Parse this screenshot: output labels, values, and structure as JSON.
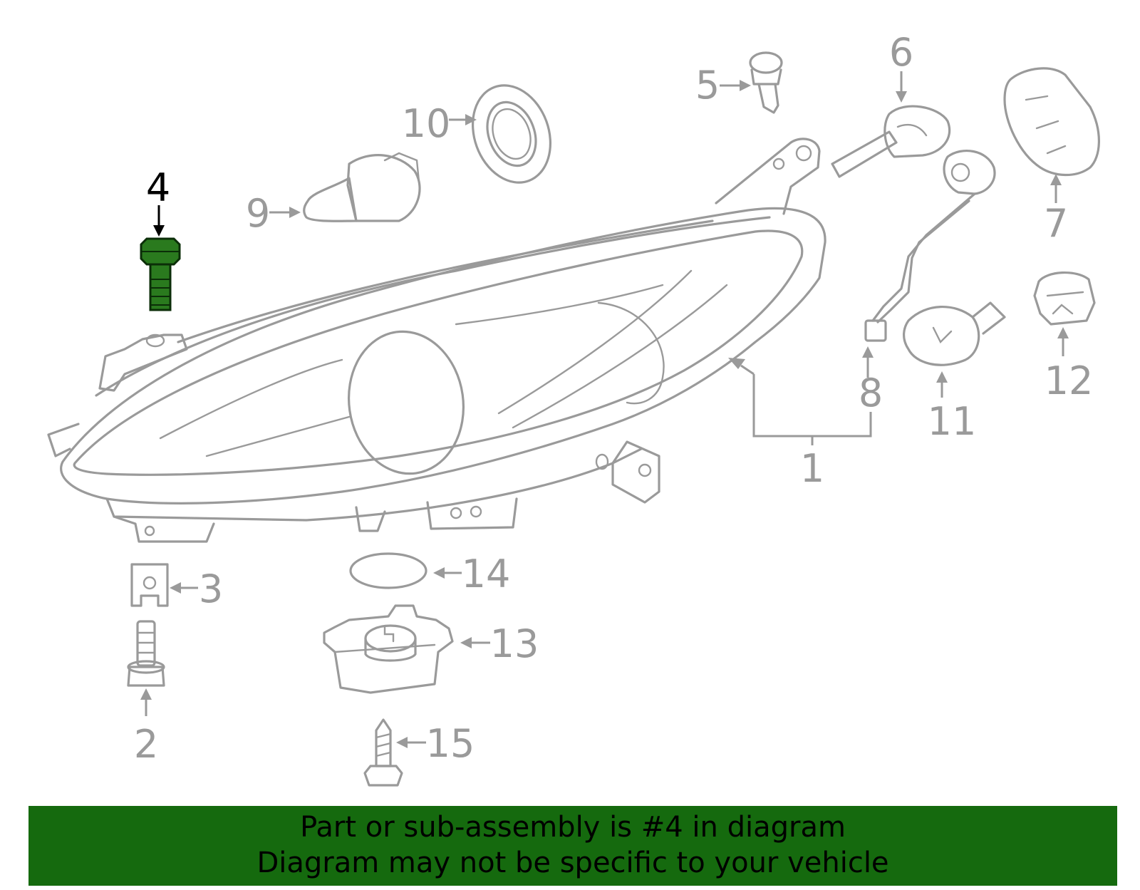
{
  "diagram": {
    "callouts": {
      "c1": "1",
      "c2": "2",
      "c3": "3",
      "c4": "4",
      "c5": "5",
      "c6": "6",
      "c7": "7",
      "c8": "8",
      "c9": "9",
      "c10": "10",
      "c11": "11",
      "c12": "12",
      "c13": "13",
      "c14": "14",
      "c15": "15"
    },
    "highlighted_part": "4",
    "highlight_color": "#2a7a1e"
  },
  "banner": {
    "line1": "Part or sub-assembly is #4 in diagram",
    "line2": "Diagram may not be specific to your vehicle",
    "background": "#156a0e"
  }
}
